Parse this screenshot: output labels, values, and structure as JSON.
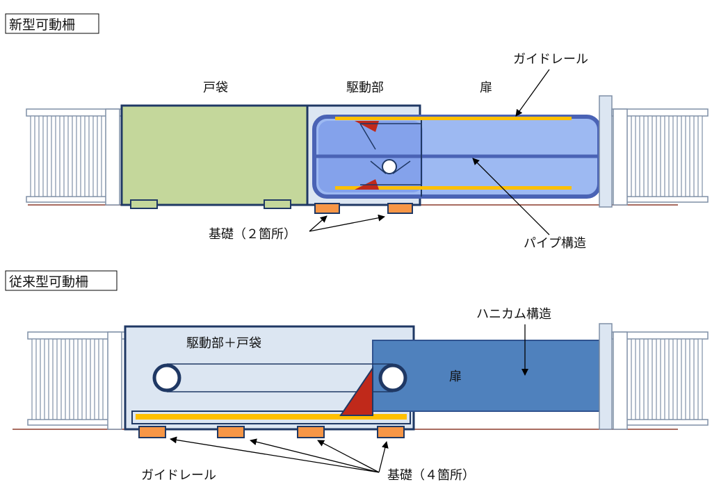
{
  "new_gate": {
    "title": "新型可動柵",
    "labels": {
      "door_pocket": "戸袋",
      "drive_unit": "駆動部",
      "door": "扉",
      "guide_rail": "ガイドレール",
      "foundation": "基礎（２箇所）",
      "pipe_structure": "パイプ構造"
    }
  },
  "old_gate": {
    "title": "従来型可動柵",
    "labels": {
      "drive_pocket": "駆動部＋戸袋",
      "honeycomb": "ハニカム構造",
      "door": "扉",
      "guide_rail": "ガイドレール",
      "foundation": "基礎（４箇所）"
    }
  },
  "colors": {
    "fence_fill": "#ffffff",
    "fence_stroke": "#7f8fa6",
    "pocket_green": "#c4d79b",
    "drive_light": "#dce6f2",
    "frame_navy": "#1f3864",
    "pipe_blue": "#6f8fe6",
    "door_light_blue": "#9db9f2",
    "guide_yellow": "#ffc000",
    "foundation_orange": "#f79646",
    "triangle_red": "#c0291a",
    "honeycomb_blue": "#4f81bd",
    "ground_line": "#8b3a2a"
  }
}
